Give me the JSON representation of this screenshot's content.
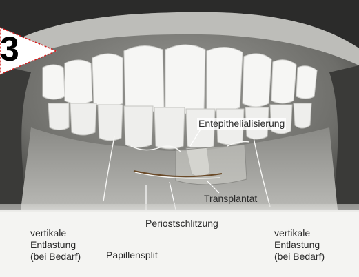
{
  "figure_number": "3",
  "labels": {
    "entepithelialisierung": "Entepithelialisierung",
    "transplantat": "Transplantat",
    "periostschlitzung": "Periostschlitzung",
    "vertikale_left": [
      "vertikale",
      "Entlastung",
      "(bei Bedarf)"
    ],
    "vertikale_right": [
      "vertikale",
      "Entlastung",
      "(bei Bedarf)"
    ],
    "papillensplit": "Papillensplit"
  },
  "colors": {
    "paper": "#f2f2f0",
    "gum": "#8c8c88",
    "teeth": "#f4f4f2",
    "marker_border": "#d62020",
    "leader_line": "#ffffff"
  }
}
